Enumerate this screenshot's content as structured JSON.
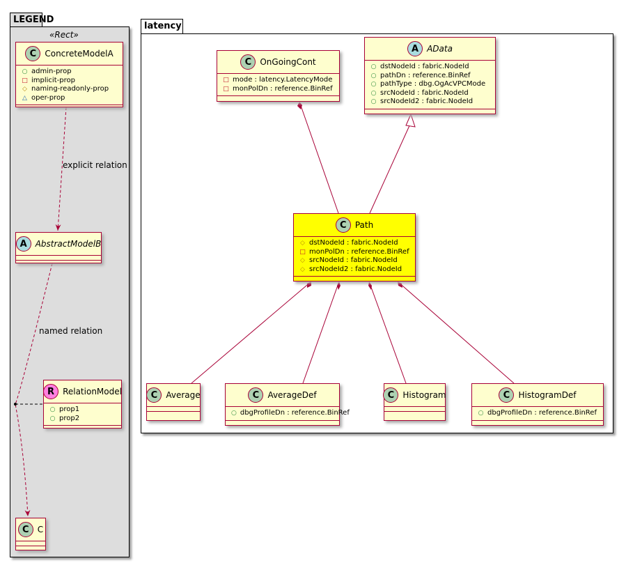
{
  "packages": {
    "legend": "LEGEND",
    "latency": "latency"
  },
  "legend_stereotype": "«Rect»",
  "relations": {
    "explicit": "explicit relation",
    "named": "named relation"
  },
  "classes": [
    {
      "id": "concrete",
      "name": "ConcreteModelA",
      "kind": "C",
      "attrs": [
        {
          "v": "+",
          "t": "admin-prop"
        },
        {
          "v": "-",
          "t": "implicit-prop"
        },
        {
          "v": "#",
          "t": "naming-readonly-prop"
        },
        {
          "v": "~",
          "t": "oper-prop"
        }
      ]
    },
    {
      "id": "abstractB",
      "name": "AbstractModelB",
      "kind": "A",
      "italic": true,
      "attrs": []
    },
    {
      "id": "relmodel",
      "name": "RelationModel",
      "kind": "R",
      "attrs": [
        {
          "v": "+",
          "t": "prop1"
        },
        {
          "v": "+",
          "t": "prop2"
        }
      ]
    },
    {
      "id": "c",
      "name": "C",
      "kind": "C",
      "attrs": []
    },
    {
      "id": "ongoing",
      "name": "OnGoingCont",
      "kind": "C",
      "attrs": [
        {
          "v": "-",
          "t": "mode : latency.LatencyMode"
        },
        {
          "v": "-",
          "t": "monPolDn : reference.BinRef"
        }
      ]
    },
    {
      "id": "adata",
      "name": "AData",
      "kind": "A",
      "italic": true,
      "attrs": [
        {
          "v": "+",
          "t": "dstNodeId : fabric.NodeId"
        },
        {
          "v": "+",
          "t": "pathDn : reference.BinRef"
        },
        {
          "v": "+",
          "t": "pathType : dbg.OgAcVPCMode"
        },
        {
          "v": "+",
          "t": "srcNodeId : fabric.NodeId"
        },
        {
          "v": "+",
          "t": "srcNodeId2 : fabric.NodeId"
        }
      ]
    },
    {
      "id": "path",
      "name": "Path",
      "kind": "C",
      "highlight": true,
      "attrs": [
        {
          "v": "#",
          "t": "dstNodeId : fabric.NodeId"
        },
        {
          "v": "-",
          "t": "monPolDn : reference.BinRef"
        },
        {
          "v": "#",
          "t": "srcNodeId : fabric.NodeId"
        },
        {
          "v": "#",
          "t": "srcNodeId2 : fabric.NodeId"
        }
      ]
    },
    {
      "id": "average",
      "name": "Average",
      "kind": "C",
      "attrs": []
    },
    {
      "id": "averagedef",
      "name": "AverageDef",
      "kind": "C",
      "attrs": [
        {
          "v": "+",
          "t": "dbgProfileDn : reference.BinRef"
        }
      ]
    },
    {
      "id": "histogram",
      "name": "Histogram",
      "kind": "C",
      "attrs": []
    },
    {
      "id": "histogramdef",
      "name": "HistogramDef",
      "kind": "C",
      "attrs": [
        {
          "v": "+",
          "t": "dbgProfileDn : reference.BinRef"
        }
      ]
    }
  ],
  "colors": {
    "C": "#add1b2",
    "A": "#a9dcdf",
    "R": "#ff7fe0",
    "border": "#a80036"
  }
}
